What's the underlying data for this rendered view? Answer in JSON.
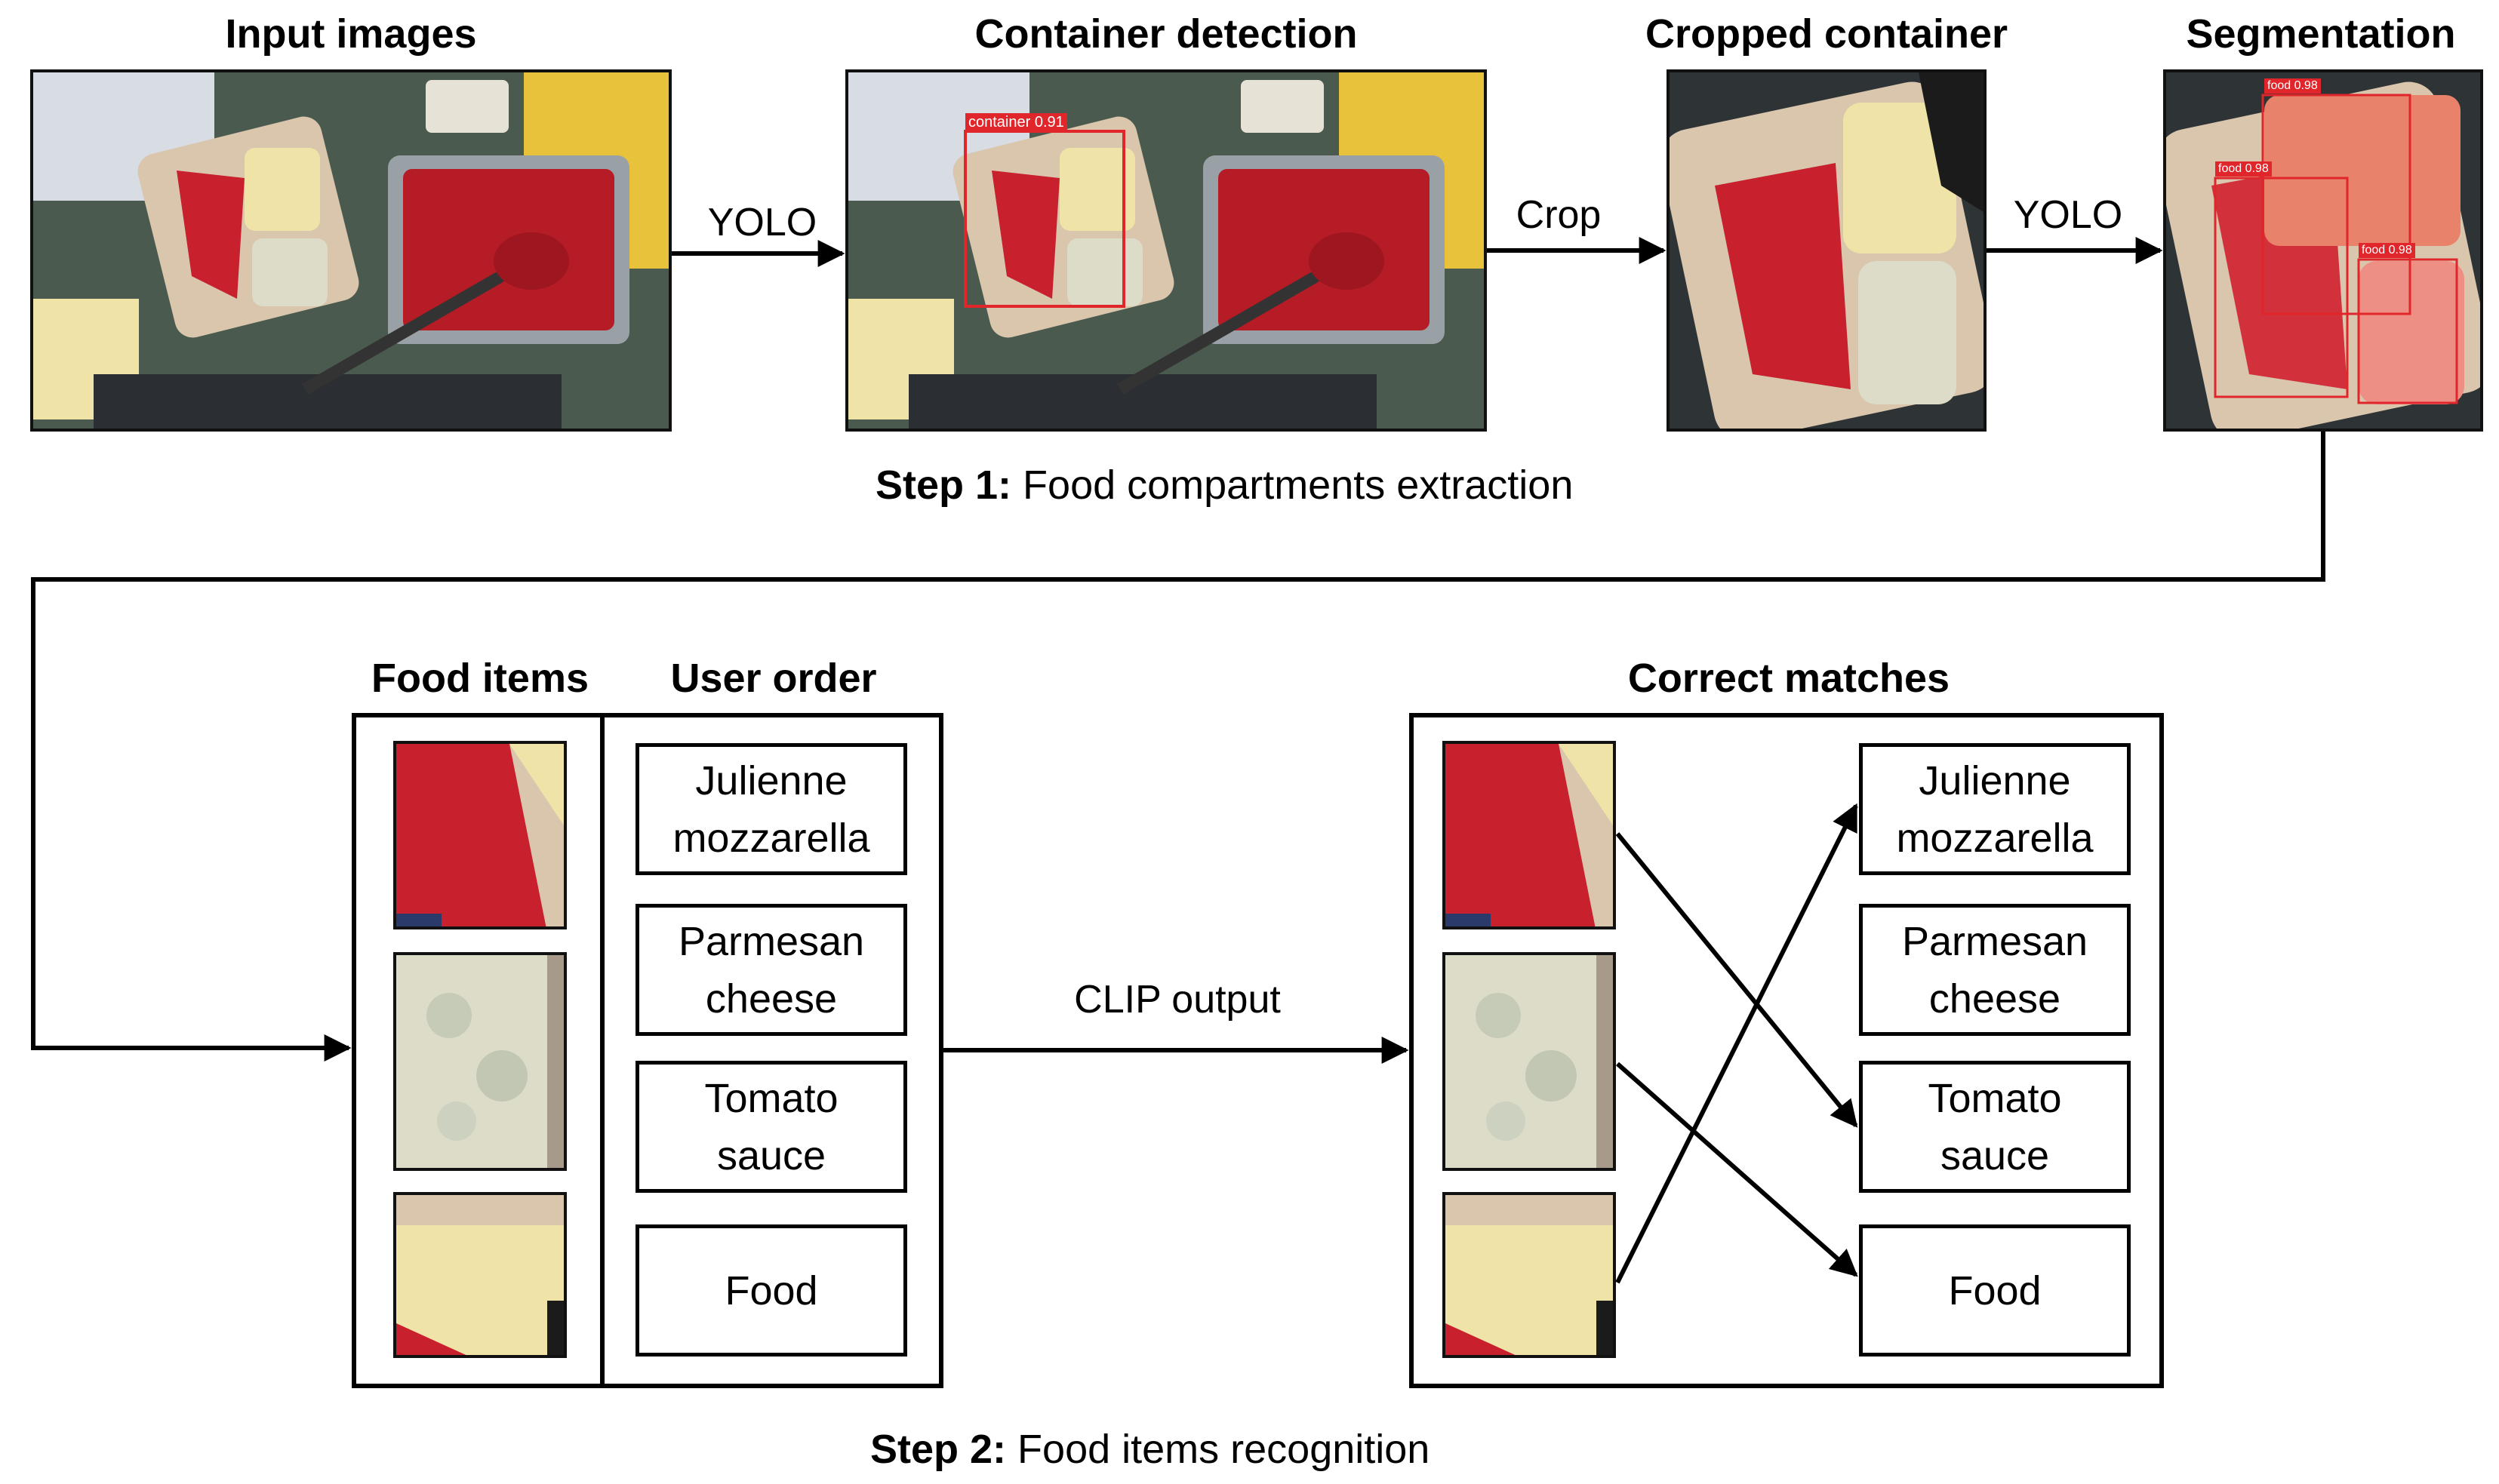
{
  "step1": {
    "stages": [
      {
        "title": "Input images"
      },
      {
        "title": "Container detection",
        "detection_label": "container 0.91"
      },
      {
        "title": "Cropped container"
      },
      {
        "title": "Segmentation",
        "detection_labels": [
          "food 0.98",
          "food 0.98",
          "food 0.98"
        ]
      }
    ],
    "edges": [
      "YOLO",
      "Crop",
      "YOLO"
    ],
    "caption_bold": "Step 1:",
    "caption_text": " Food compartments extraction"
  },
  "step2": {
    "food_items_title": "Food items",
    "user_order_title": "User order",
    "user_order": [
      {
        "line1": "Julienne",
        "line2": "mozzarella"
      },
      {
        "line1": "Parmesan",
        "line2": "cheese"
      },
      {
        "line1": "Tomato",
        "line2": "sauce"
      },
      {
        "line1": "Food",
        "line2": ""
      }
    ],
    "edge_label": "CLIP output",
    "matches_title": "Correct matches",
    "matches": [
      {
        "from": "tomato-sauce-crop",
        "to": "Tomato sauce"
      },
      {
        "from": "cheese-crop",
        "to": "Food"
      },
      {
        "from": "mozzarella-crop",
        "to": "Julienne mozzarella"
      }
    ],
    "caption_bold": "Step 2:",
    "caption_text": " Food items recognition"
  },
  "colors": {
    "sauce": "#c9202e",
    "tray": "#d9c6ad",
    "mozzarella": "#efe3a8",
    "cheese": "#dcdcc8",
    "kitchen": "#3a4a3f",
    "detection_red": "#e0262b"
  }
}
